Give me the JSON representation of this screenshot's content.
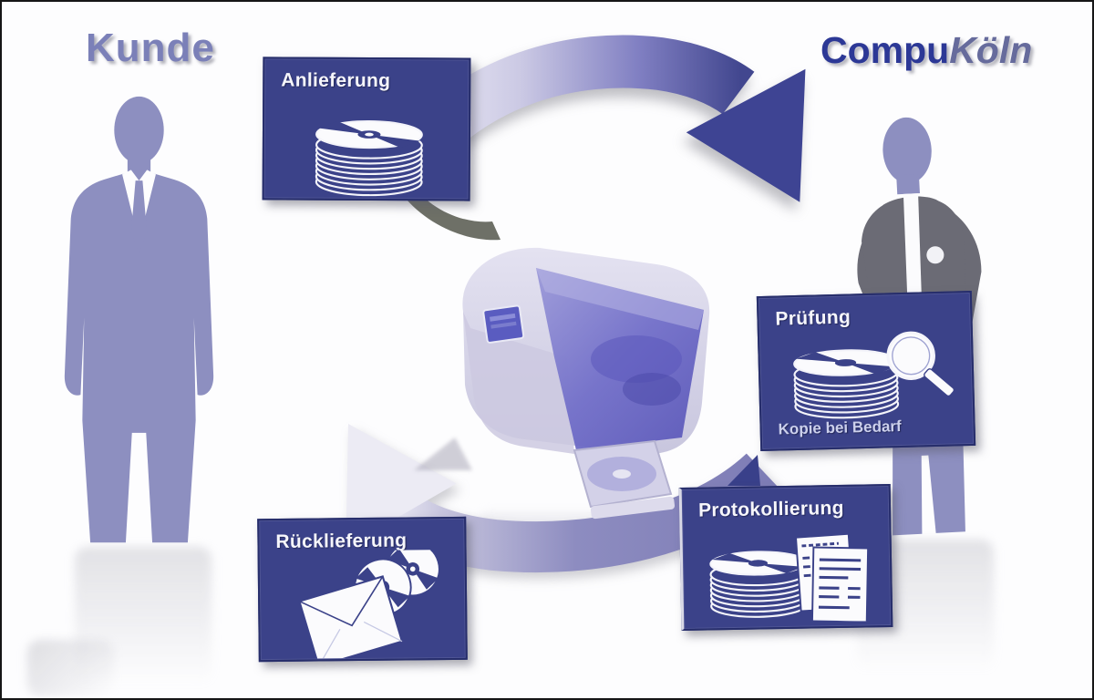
{
  "titles": {
    "customer": "Kunde",
    "company_bold": "Compu",
    "company_italic": "Köln"
  },
  "process_boxes": [
    {
      "id": "anlieferung",
      "label": "Anlieferung",
      "icon": "cd-stack-icon"
    },
    {
      "id": "pruefung",
      "label": "Prüfung",
      "sublabel": "Kopie bei Bedarf",
      "icon": "cd-stack-magnifier-icon"
    },
    {
      "id": "protokollierung",
      "label": "Protokollierung",
      "icon": "cd-stack-documents-icon"
    },
    {
      "id": "ruecklieferung",
      "label": "Rücklieferung",
      "icon": "envelope-cds-icon"
    }
  ],
  "actors": {
    "left": "customer-silhouette",
    "right": "technician-silhouette"
  },
  "machine": "cd-printer-duplicator",
  "flow": {
    "top_arrow": "customer-to-compukoeln",
    "bottom_arrow": "compukoeln-to-customer"
  },
  "colors": {
    "box_fill": "#3b4289",
    "box_border": "#272e6b",
    "arrow_dark": "#3e4493",
    "arrow_light": "#f2f1f9",
    "arrow_return": "#8d8cc0",
    "figure_purple": "#8d8fc0",
    "shirt_gray": "#6b6b75",
    "machine_body": "#d7d5e8",
    "machine_lid": "#6f6cc8",
    "title_customer": "#7b80b8",
    "title_company": "#2c3896"
  }
}
